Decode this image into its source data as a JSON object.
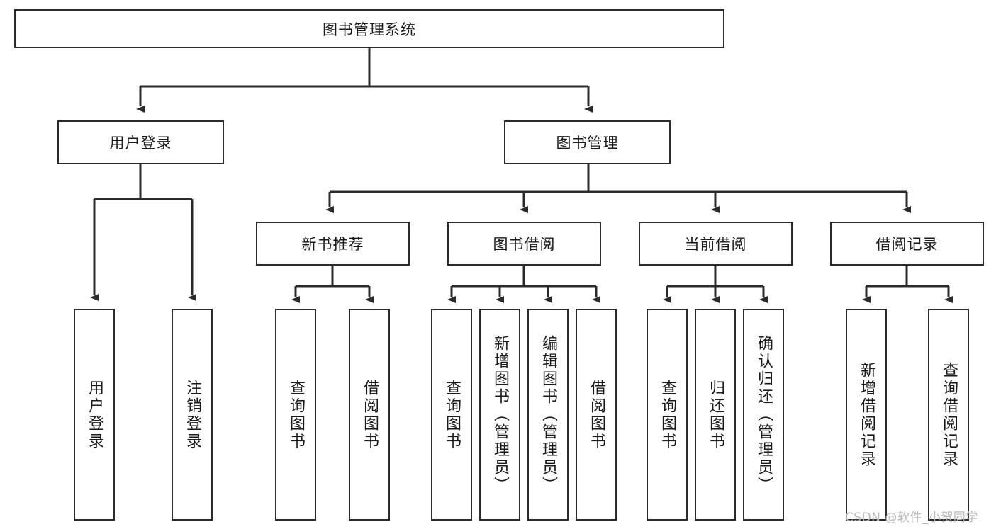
{
  "diagram": {
    "type": "tree",
    "title": "图书管理系统",
    "orientation": "top-down",
    "colors": {
      "box_border": "#2b2b2b",
      "box_fill": "#ffffff",
      "connector": "#2b2b2b",
      "text": "#1a1a1a",
      "watermark": "#b9b9b9",
      "background": "#ffffff"
    },
    "root": {
      "id": "root",
      "label": "图书管理系统"
    },
    "level2": [
      {
        "id": "user-login",
        "label": "用户登录"
      },
      {
        "id": "book-manage",
        "label": "图书管理"
      }
    ],
    "level3": [
      {
        "id": "new-book-recommend",
        "label": "新书推荐"
      },
      {
        "id": "book-borrow",
        "label": "图书借阅"
      },
      {
        "id": "current-borrow",
        "label": "当前借阅"
      },
      {
        "id": "borrow-record",
        "label": "借阅记录"
      }
    ],
    "leaves": {
      "user_login": [
        {
          "id": "leaf-user-login",
          "label": "用户登录"
        },
        {
          "id": "leaf-logout-login",
          "label": "注销登录"
        }
      ],
      "new_book_recommend": [
        {
          "id": "leaf-query-book-1",
          "label": "查询图书"
        },
        {
          "id": "leaf-borrow-book-1",
          "label": "借阅图书"
        }
      ],
      "book_borrow": [
        {
          "id": "leaf-query-book-2",
          "label": "查询图书"
        },
        {
          "id": "leaf-add-book",
          "label": "新增图书（管理员）"
        },
        {
          "id": "leaf-edit-book",
          "label": "编辑图书（管理员）"
        },
        {
          "id": "leaf-borrow-book-2",
          "label": "借阅图书"
        }
      ],
      "current_borrow": [
        {
          "id": "leaf-query-book-3",
          "label": "查询图书"
        },
        {
          "id": "leaf-return-book",
          "label": "归还图书"
        },
        {
          "id": "leaf-confirm-return",
          "label": "确认归还（管理员）"
        }
      ],
      "borrow_record": [
        {
          "id": "leaf-add-record",
          "label": "新增借阅记录"
        },
        {
          "id": "leaf-query-record",
          "label": "查询借阅记录"
        }
      ]
    }
  },
  "watermark": {
    "text": "CSDN @软件_小贺同学"
  }
}
